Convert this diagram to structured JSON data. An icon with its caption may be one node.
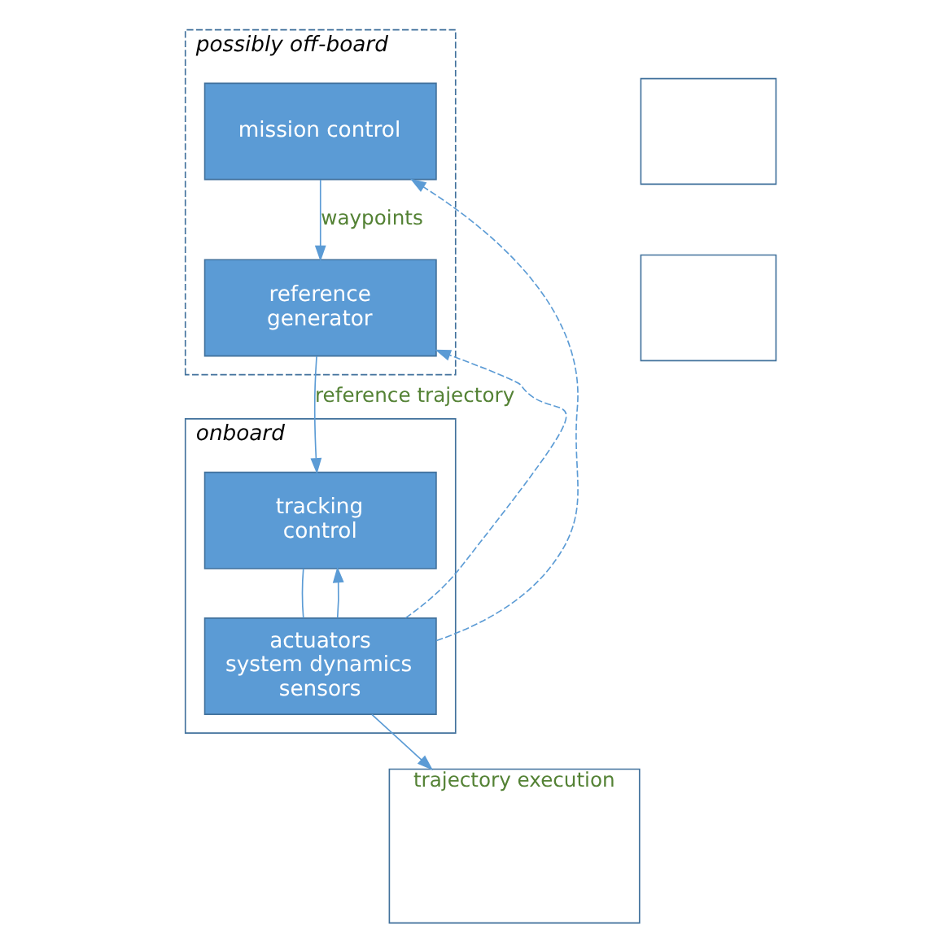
{
  "diagram": {
    "nodes": [
      {
        "text": [
          "possibly off-board"
        ]
      },
      {
        "text": [
          "mission control"
        ],
        "in": 0
      },
      {
        "text": [
          "reference generator"
        ],
        "in": 0
      },
      {
        "text": [],
        "shape": "box"
      },
      {
        "text": [],
        "shape": "box"
      },
      {
        "text": [
          "onboard"
        ]
      },
      {
        "text": [
          "tracking control"
        ],
        "in": 5
      },
      {
        "text": [
          "actuators system dynamics sensors"
        ],
        "in": 5
      },
      {
        "text": [
          "trajectory execution"
        ]
      }
    ],
    "edges": [
      {
        "from": 1,
        "to": 2,
        "arrow": "to",
        "label": "waypoints"
      },
      {
        "from": 2,
        "to": 6,
        "arrow": "to",
        "label": "reference trajectory"
      },
      {
        "from": 6,
        "to": 7,
        "arrow": "none"
      },
      {
        "from": 7,
        "to": 6,
        "arrow": "to"
      },
      {
        "from": 7,
        "to": 1,
        "arrow": "to",
        "style": "dashed"
      },
      {
        "from": 7,
        "to": 2,
        "arrow": "to",
        "style": "dashed"
      },
      {
        "from": 7,
        "to": 8,
        "arrow": "to"
      }
    ]
  }
}
